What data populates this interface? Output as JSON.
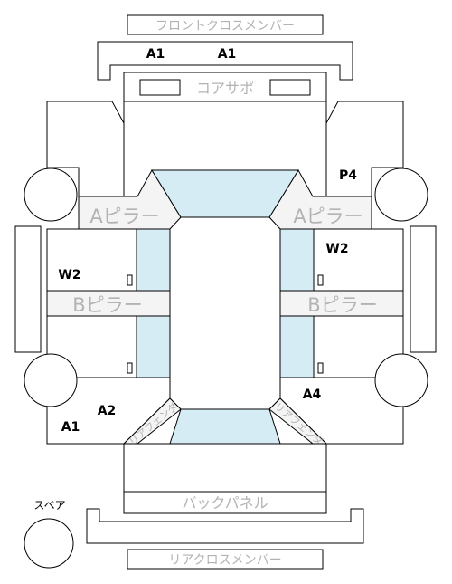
{
  "parts": {
    "front_cross_member": "フロントクロスメンバー",
    "core_support": "コアサポ",
    "a_pillar": "Aピラー",
    "b_pillar": "Bピラー",
    "rear_fender_left": "リアフェンダ",
    "rear_fender_right": "リアフェンダ",
    "back_panel": "バックパネル",
    "rear_cross_member": "リアクロスメンバー",
    "spare": "スペア"
  },
  "codes": {
    "front_left": "A1",
    "front_right": "A1",
    "fender_right": "P4",
    "front_door_left": "W2",
    "front_door_right": "W2",
    "quarter_left_upper": "A2",
    "quarter_left_lower": "A1",
    "quarter_right": "A4"
  }
}
